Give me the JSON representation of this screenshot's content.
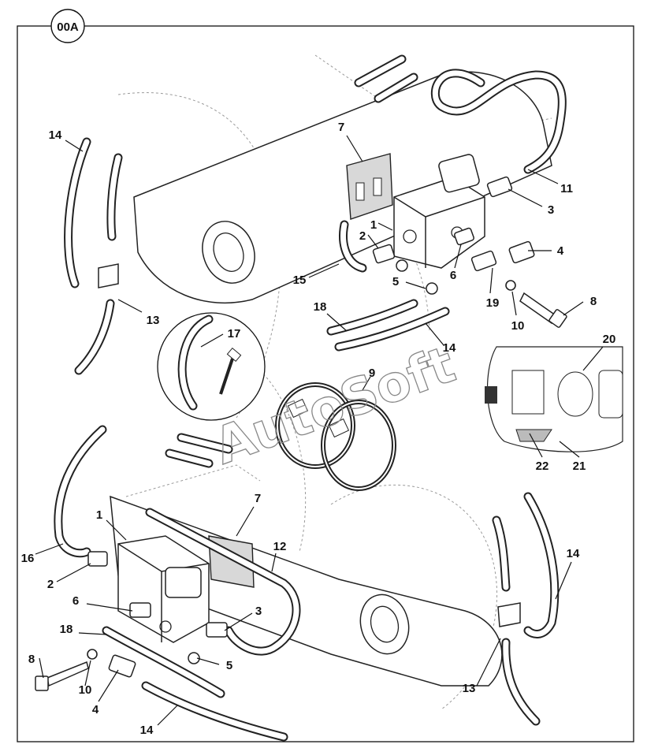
{
  "diagram_id": "00A",
  "watermark": "AutoSoft",
  "callouts": [
    {
      "key": "c1",
      "text": "7"
    },
    {
      "key": "c2",
      "text": "14"
    },
    {
      "key": "c3",
      "text": "1"
    },
    {
      "key": "c4",
      "text": "2"
    },
    {
      "key": "c5",
      "text": "11"
    },
    {
      "key": "c6",
      "text": "3"
    },
    {
      "key": "c7",
      "text": "4"
    },
    {
      "key": "c8",
      "text": "15"
    },
    {
      "key": "c9",
      "text": "6"
    },
    {
      "key": "c10",
      "text": "5"
    },
    {
      "key": "c11",
      "text": "13"
    },
    {
      "key": "c12",
      "text": "18"
    },
    {
      "key": "c13",
      "text": "19"
    },
    {
      "key": "c14",
      "text": "8"
    },
    {
      "key": "c15",
      "text": "10"
    },
    {
      "key": "c16",
      "text": "17"
    },
    {
      "key": "c17",
      "text": "14"
    },
    {
      "key": "c18",
      "text": "20"
    },
    {
      "key": "c19",
      "text": "9"
    },
    {
      "key": "c20",
      "text": "22"
    },
    {
      "key": "c21",
      "text": "21"
    },
    {
      "key": "c22",
      "text": "7"
    },
    {
      "key": "c23",
      "text": "1"
    },
    {
      "key": "c24",
      "text": "12"
    },
    {
      "key": "c25",
      "text": "16"
    },
    {
      "key": "c26",
      "text": "2"
    },
    {
      "key": "c27",
      "text": "14"
    },
    {
      "key": "c28",
      "text": "6"
    },
    {
      "key": "c29",
      "text": "3"
    },
    {
      "key": "c30",
      "text": "18"
    },
    {
      "key": "c31",
      "text": "8"
    },
    {
      "key": "c32",
      "text": "5"
    },
    {
      "key": "c33",
      "text": "10"
    },
    {
      "key": "c34",
      "text": "4"
    },
    {
      "key": "c35",
      "text": "13"
    },
    {
      "key": "c36",
      "text": "14"
    }
  ]
}
